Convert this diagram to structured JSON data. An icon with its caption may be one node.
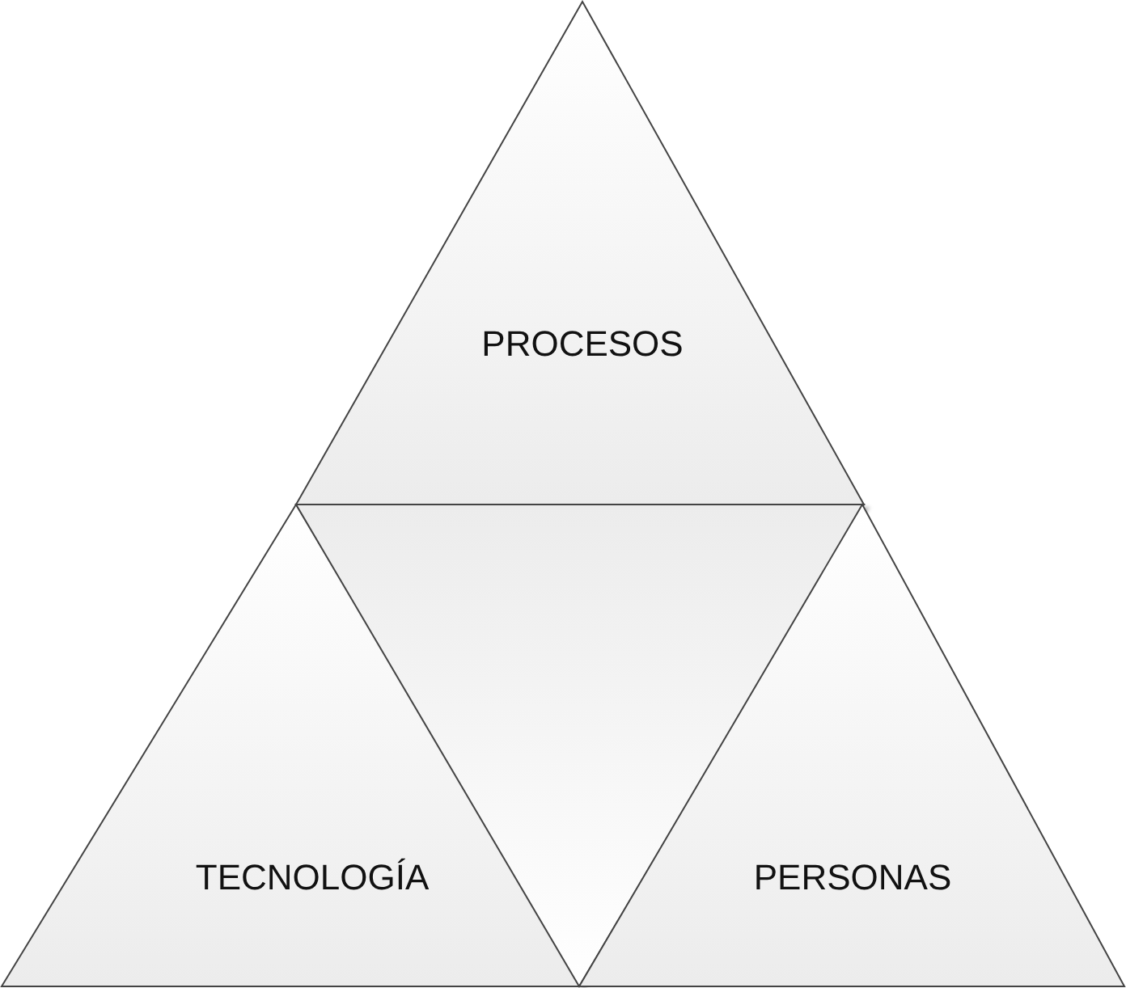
{
  "diagram": {
    "nodes": [
      {
        "text": [
          "PROCESOS"
        ]
      },
      {
        "text": [
          "TECNOLOGÍA"
        ]
      },
      {
        "text": [],
        "shape": "triangle"
      },
      {
        "text": [
          "PERSONAS"
        ]
      }
    ]
  }
}
